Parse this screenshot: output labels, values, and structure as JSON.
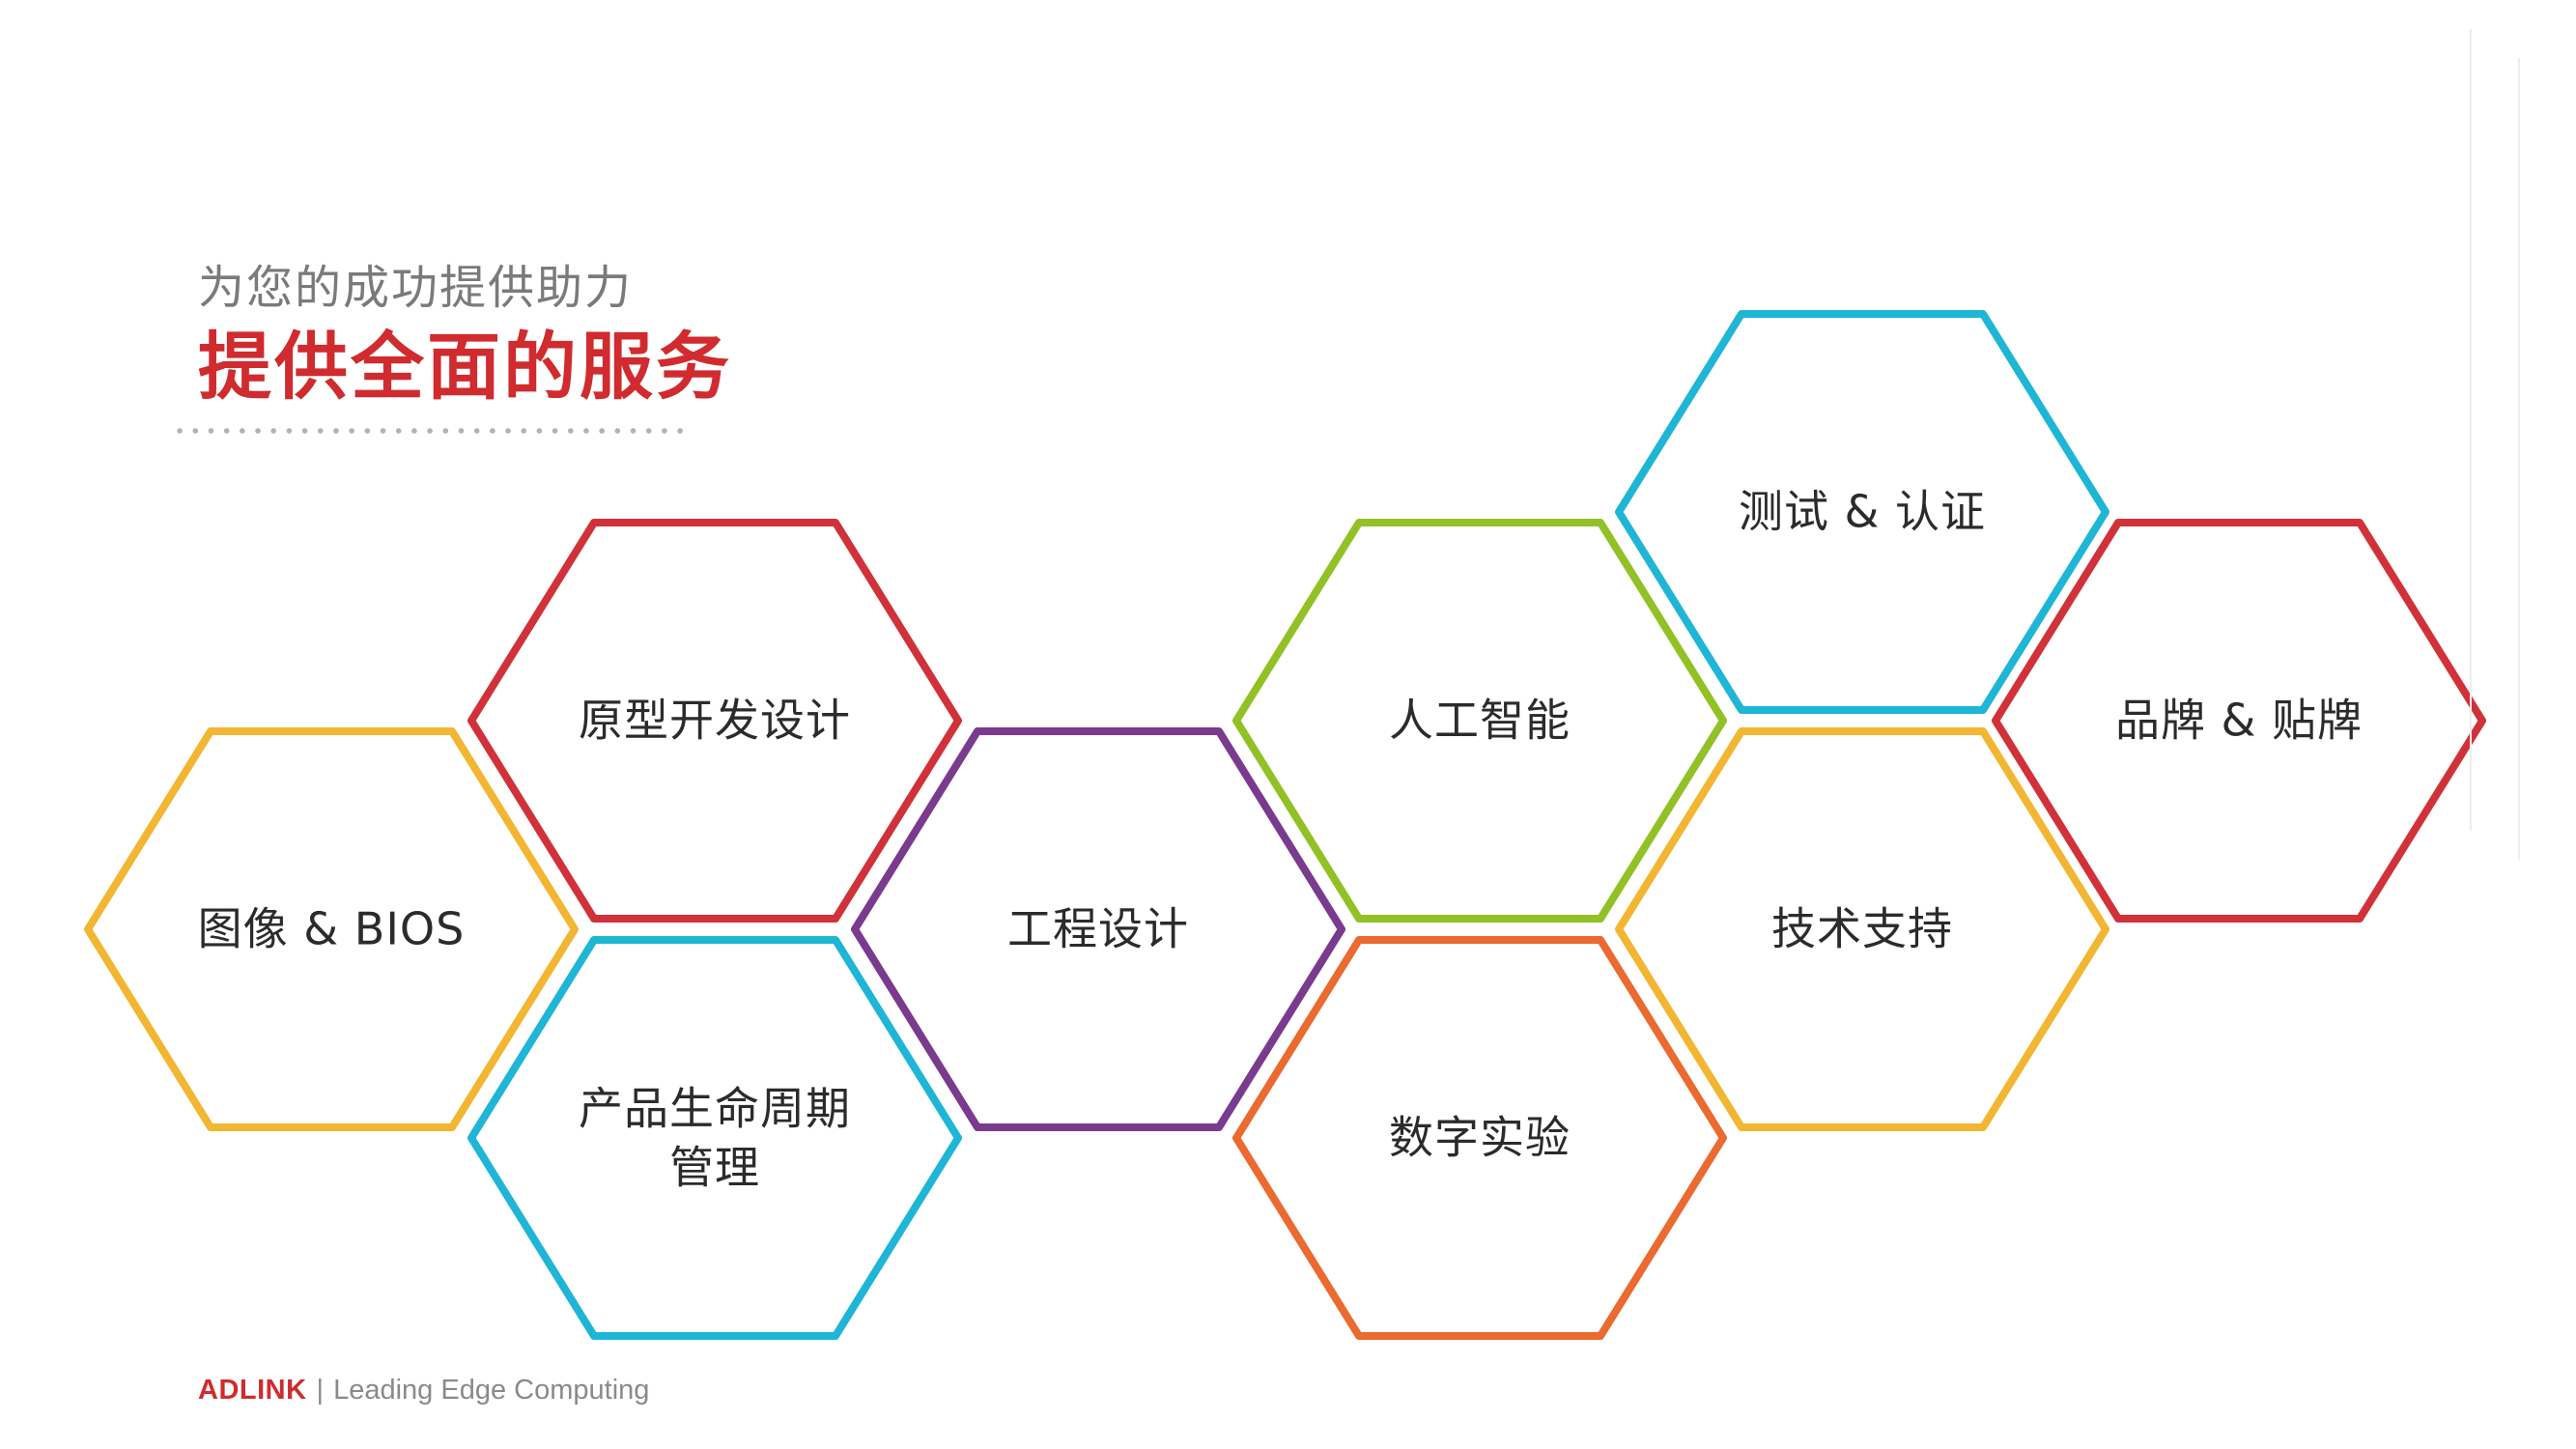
{
  "header": {
    "subtitle": "为您的成功提供助力",
    "title": "提供全面的服务"
  },
  "hexagons": [
    {
      "id": "imaging-bios",
      "lines": [
        "图像 & BIOS"
      ],
      "color": "#F2B632"
    },
    {
      "id": "prototype",
      "lines": [
        "原型开发设计"
      ],
      "color": "#D1323A"
    },
    {
      "id": "plm",
      "lines": [
        "产品生命周期",
        "管理"
      ],
      "color": "#1FB6D6"
    },
    {
      "id": "engineering",
      "lines": [
        "工程设计"
      ],
      "color": "#7A3A8E"
    },
    {
      "id": "ai",
      "lines": [
        "人工智能"
      ],
      "color": "#92C126"
    },
    {
      "id": "digital-lab",
      "lines": [
        "数字实验"
      ],
      "color": "#EB6A30"
    },
    {
      "id": "test-cert",
      "lines": [
        "测试 & 认证"
      ],
      "color": "#1FB6D6"
    },
    {
      "id": "tech-support",
      "lines": [
        "技术支持"
      ],
      "color": "#F2B632"
    },
    {
      "id": "branding",
      "lines": [
        "品牌 & 贴牌"
      ],
      "color": "#D1323A"
    }
  ],
  "footer": {
    "brand": "ADLINK",
    "separator": "|",
    "tagline": "Leading Edge Computing"
  }
}
